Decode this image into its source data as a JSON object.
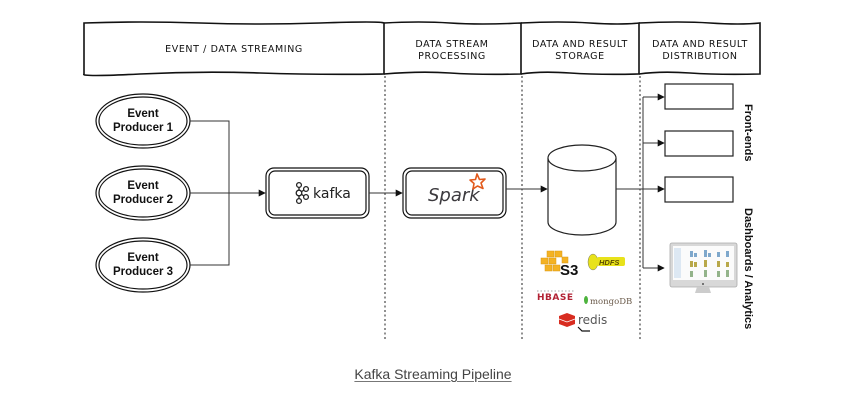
{
  "headers": [
    {
      "lines": [
        "EVENT / DATA STREAMING"
      ]
    },
    {
      "lines": [
        "DATA STREAM",
        "PROCESSING"
      ]
    },
    {
      "lines": [
        "DATA AND RESULT",
        "STORAGE"
      ]
    },
    {
      "lines": [
        "DATA AND RESULT",
        "DISTRIBUTION"
      ]
    }
  ],
  "producers": [
    {
      "line1": "Event",
      "line2": "Producer 1"
    },
    {
      "line1": "Event",
      "line2": "Producer 2"
    },
    {
      "line1": "Event",
      "line2": "Producer 3"
    }
  ],
  "broker": {
    "label": "kafka",
    "icon": "kafka-logo-icon"
  },
  "processor": {
    "label": "Spark",
    "icon": "spark-star-icon",
    "accent": "#E25A1C"
  },
  "storage": {
    "icon": "database-cylinder-icon",
    "logos": [
      {
        "name": "s3",
        "label": "S3",
        "color": "#F4B223"
      },
      {
        "name": "hdfs",
        "label": "HDFS",
        "color": "#E8E21A"
      },
      {
        "name": "hbase",
        "label": "HBASE",
        "color": "#B22234"
      },
      {
        "name": "mongodb",
        "label": "mongoDB",
        "color": "#4DB33D"
      },
      {
        "name": "redis",
        "label": "redis",
        "color": "#D82C20"
      }
    ]
  },
  "distribution": {
    "frontends_label": "Front-ends",
    "dashboards_label": "Dashboards / Analytics",
    "frontend_count": 3
  },
  "caption": {
    "text": "Kafka Streaming Pipeline"
  }
}
